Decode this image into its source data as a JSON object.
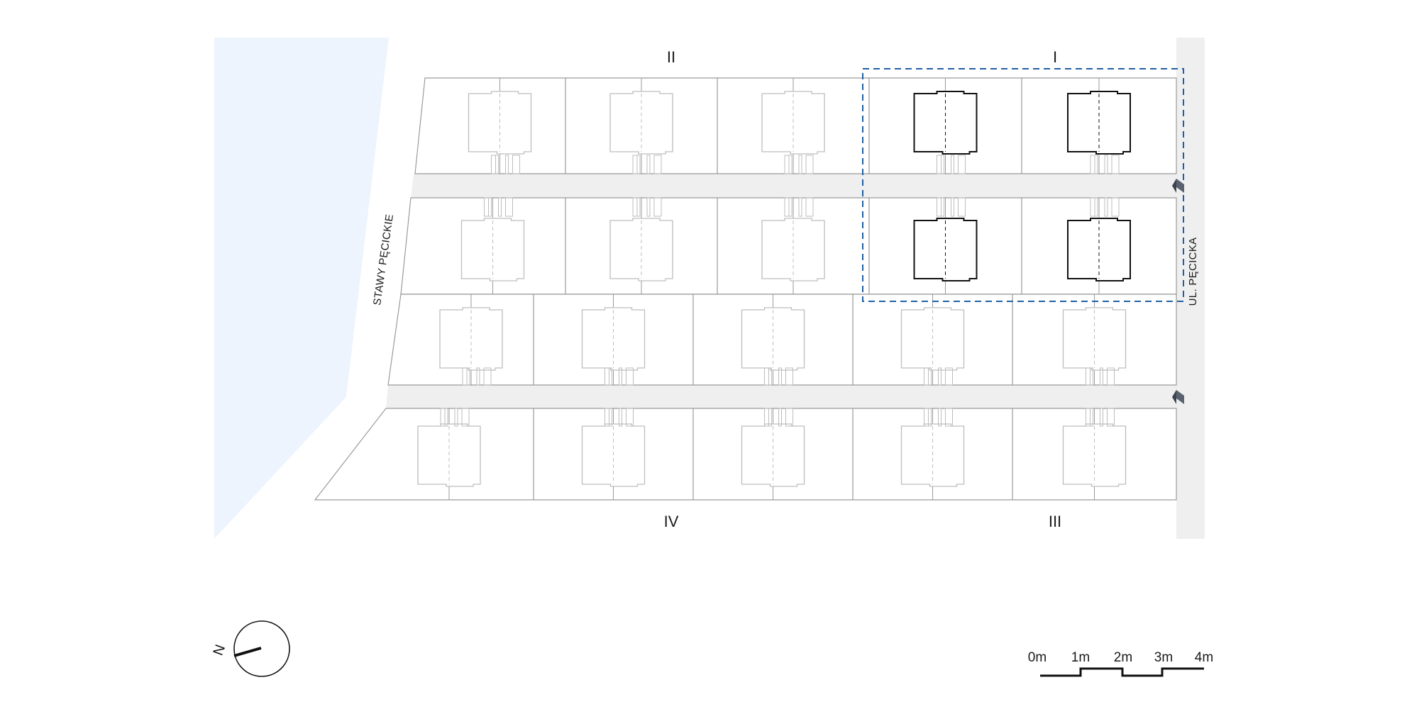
{
  "phases": {
    "I": "I",
    "II": "II",
    "III": "III",
    "IV": "IV"
  },
  "streets": {
    "west": "STAWY PĘCICKIE",
    "east": "UL. PĘCICKA"
  },
  "north": {
    "letter": "N",
    "icon": "compass-icon"
  },
  "scale_bar": {
    "labels": [
      "0m",
      "1m",
      "2m",
      "3m",
      "4m"
    ]
  },
  "highlighted_phase": "I",
  "colors": {
    "water": "#eef4fd",
    "road": "#efefef",
    "plot_line": "#9a9a9a",
    "house_faded": "#bdbdbd",
    "house_active": "#111111",
    "selection": "#1f5fa6"
  }
}
